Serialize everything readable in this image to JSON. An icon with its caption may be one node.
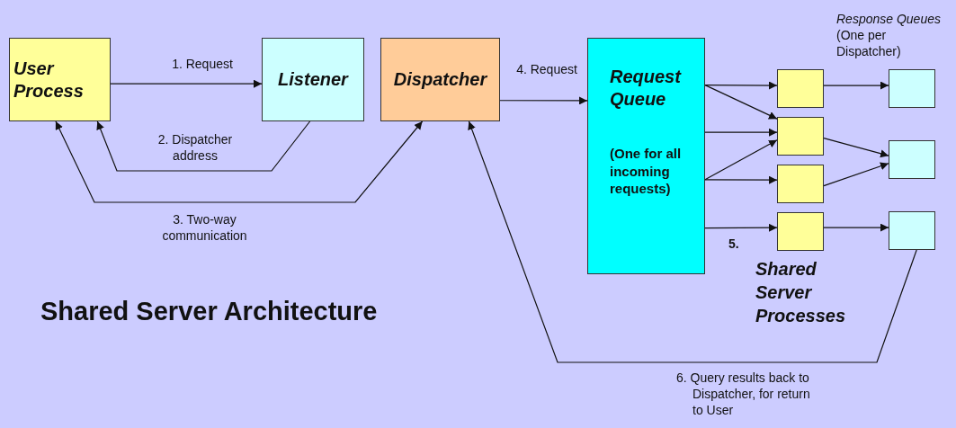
{
  "diagram": {
    "title": "Shared Server Architecture",
    "nodes": [
      {
        "text": [
          "User Process"
        ]
      },
      {
        "text": [
          "Listener"
        ]
      },
      {
        "text": [
          "Dispatcher"
        ]
      },
      {
        "text": [
          "Request Queue",
          "(One for all incoming requests)"
        ]
      },
      {
        "text": [],
        "shape": "box"
      },
      {
        "text": [],
        "shape": "box"
      },
      {
        "text": [],
        "shape": "box"
      },
      {
        "text": [],
        "shape": "box"
      },
      {
        "text": [],
        "shape": "box"
      },
      {
        "text": [],
        "shape": "box"
      },
      {
        "text": [],
        "shape": "box"
      }
    ],
    "edges": [
      {
        "from": 0,
        "to": 1,
        "arrow": "to",
        "label": "1. Request"
      },
      {
        "from": 1,
        "to": 0,
        "arrow": "to",
        "label": "2. Dispatcher address"
      },
      {
        "from": 0,
        "to": 2,
        "arrow": "both",
        "label": "3. Two-way communication"
      },
      {
        "from": 2,
        "to": 3,
        "arrow": "to",
        "label": "4. Request"
      },
      {
        "from": 3,
        "to": 4,
        "arrow": "to"
      },
      {
        "from": 3,
        "to": 5,
        "arrow": "to"
      },
      {
        "from": 3,
        "to": 5,
        "arrow": "to"
      },
      {
        "from": 3,
        "to": 5,
        "arrow": "to"
      },
      {
        "from": 3,
        "to": 6,
        "arrow": "to"
      },
      {
        "from": 3,
        "to": 7,
        "arrow": "to"
      },
      {
        "from": 4,
        "to": 8,
        "arrow": "to"
      },
      {
        "from": 5,
        "to": 9,
        "arrow": "to"
      },
      {
        "from": 6,
        "to": 9,
        "arrow": "to"
      },
      {
        "from": 7,
        "to": 10,
        "arrow": "to"
      },
      {
        "from": 10,
        "to": 2,
        "arrow": "to",
        "label": "6. Query results back to Dispatcher, for return to User"
      }
    ],
    "labels": [
      "*Response Queues* (One per Dispatcher)",
      "5.",
      "Shared Server Processes"
    ]
  }
}
